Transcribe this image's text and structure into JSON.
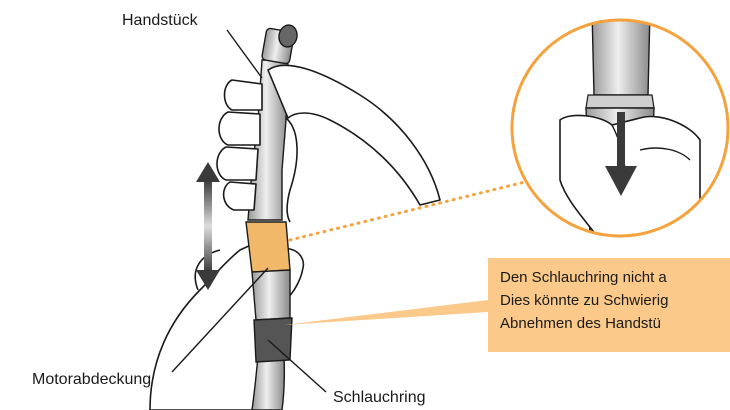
{
  "labels": {
    "handstueck": "Handstück",
    "motorabdeckung": "Motorabdeckung",
    "schlauchring": "Schlauchring"
  },
  "callout": {
    "lines": [
      "Den Schlauchring nicht a",
      "Dies könnte zu Schwierig",
      "Abnehmen des Handstü"
    ]
  },
  "colors": {
    "accent_orange": "#f6a23c",
    "callout_fill": "#fbc98a",
    "motor_cover": "#f2b86a",
    "hose_ring": "#555555",
    "arrow_dark": "#3a3a3a"
  },
  "icons": [
    "up-down-arrow-icon",
    "down-arrow-icon"
  ]
}
